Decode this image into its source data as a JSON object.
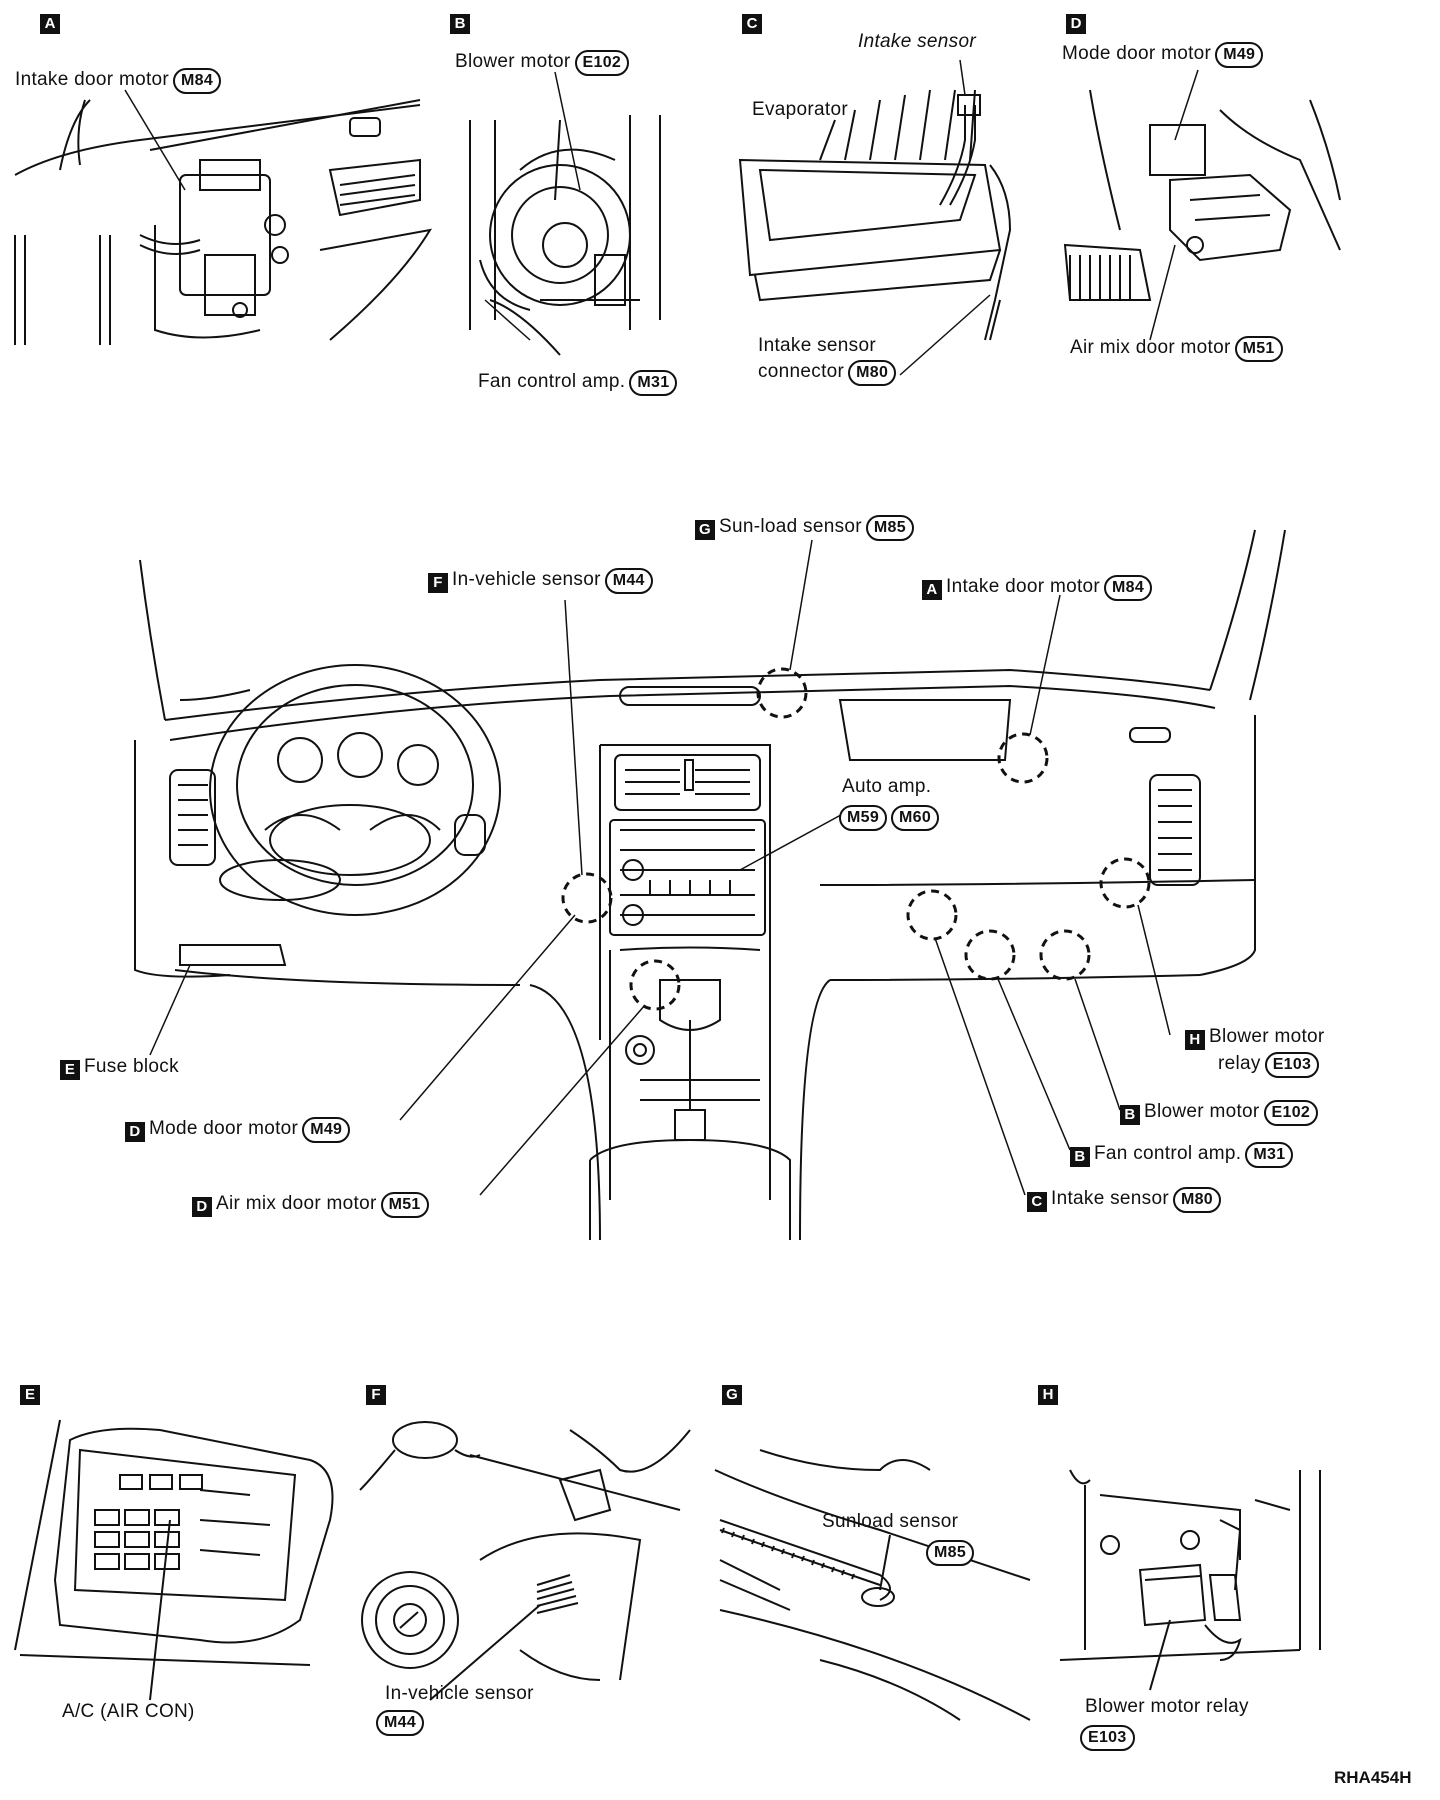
{
  "panels_top": [
    {
      "letter": "A",
      "labels": [
        {
          "text": "Intake door motor",
          "conn": "M84"
        }
      ]
    },
    {
      "letter": "B",
      "labels": [
        {
          "text": "Blower motor",
          "conn": "E102"
        },
        {
          "text": "Fan control amp.",
          "conn": "M31"
        }
      ]
    },
    {
      "letter": "C",
      "labels": [
        {
          "text": "Intake sensor",
          "conn": ""
        },
        {
          "text": "Evaporator",
          "conn": ""
        },
        {
          "text": "Intake sensor",
          "conn": ""
        },
        {
          "text": "connector",
          "conn": "M80"
        }
      ]
    },
    {
      "letter": "D",
      "labels": [
        {
          "text": "Mode door motor",
          "conn": "M49"
        },
        {
          "text": "Air mix door motor",
          "conn": "M51"
        }
      ]
    }
  ],
  "main": {
    "G_sunload": {
      "letter": "G",
      "text": "Sun-load sensor",
      "conn": "M85"
    },
    "F_invehicle": {
      "letter": "F",
      "text": "In-vehicle sensor",
      "conn": "M44"
    },
    "A_intake": {
      "letter": "A",
      "text": "Intake door motor",
      "conn": "M84"
    },
    "auto_amp": {
      "text": "Auto amp.",
      "conn1": "M59",
      "conn2": "M60"
    },
    "E_fuse": {
      "letter": "E",
      "text": "Fuse block"
    },
    "D_mode": {
      "letter": "D",
      "text": "Mode door motor",
      "conn": "M49"
    },
    "D_airmix": {
      "letter": "D",
      "text": "Air mix door motor",
      "conn": "M51"
    },
    "H_relay": {
      "letter": "H",
      "text1": "Blower motor",
      "text2": "relay",
      "conn": "E103"
    },
    "B_blower": {
      "letter": "B",
      "text": "Blower motor",
      "conn": "E102"
    },
    "B_fan": {
      "letter": "B",
      "text": "Fan control amp.",
      "conn": "M31"
    },
    "C_intake": {
      "letter": "C",
      "text": "Intake sensor",
      "conn": "M80"
    }
  },
  "panels_bottom": [
    {
      "letter": "E",
      "label": "A/C (AIR CON)"
    },
    {
      "letter": "F",
      "label": "In-vehicle sensor",
      "conn": "M44"
    },
    {
      "letter": "G",
      "label": "Sunload sensor",
      "conn": "M85"
    },
    {
      "letter": "H",
      "label": "Blower motor relay",
      "conn": "E103"
    }
  ],
  "figure_code": "RHA454H"
}
